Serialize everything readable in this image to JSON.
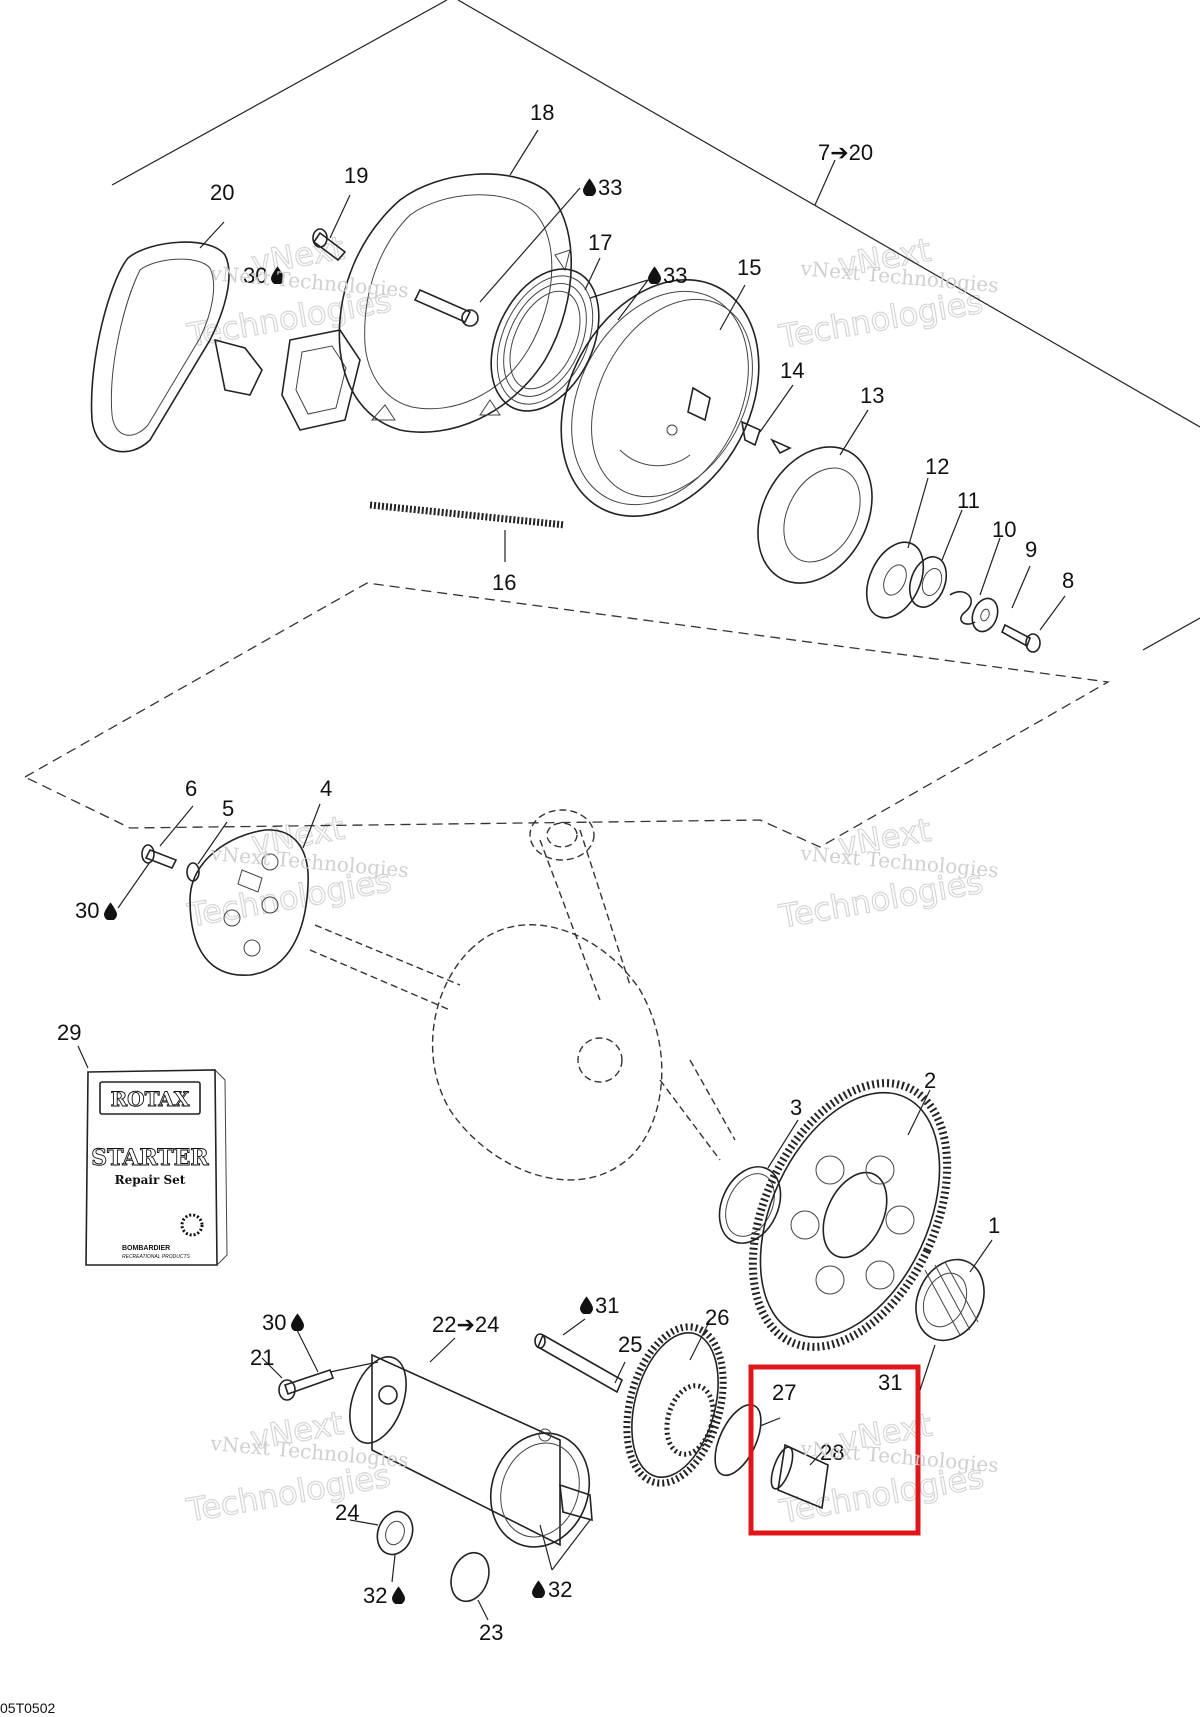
{
  "callouts": {
    "c1": "1",
    "c2": "2",
    "c3": "3",
    "c4": "4",
    "c5": "5",
    "c6": "6",
    "c7": "7➔20",
    "c8": "8",
    "c9": "9",
    "c10": "10",
    "c11": "11",
    "c12": "12",
    "c13": "13",
    "c14": "14",
    "c15": "15",
    "c16": "16",
    "c17": "17",
    "c18": "18",
    "c19": "19",
    "c20": "20",
    "c21": "21",
    "c22": "22➔24",
    "c23": "23",
    "c24": "24",
    "c25": "25",
    "c26": "26",
    "c27": "27",
    "c28": "28",
    "c29": "29",
    "c30a": "30",
    "c30b": "30",
    "c30c": "30",
    "c31a": "31",
    "c31b": "31",
    "c32a": "32",
    "c32b": "32",
    "c33a": "33",
    "c33b": "33"
  },
  "manual": {
    "brand": "ROTAX",
    "title": "STARTER",
    "subtitle": "Repair Set",
    "footer1": "BOMBARDIER",
    "footer2": "RECREATIONAL PRODUCTS"
  },
  "watermark": {
    "line1": "vNext Technologies",
    "line2": "Technologies",
    "line3": "vNext"
  },
  "figure_code": "05T0502",
  "icons": [
    "oil-drop-icon"
  ],
  "highlight_color": "#e0161b"
}
